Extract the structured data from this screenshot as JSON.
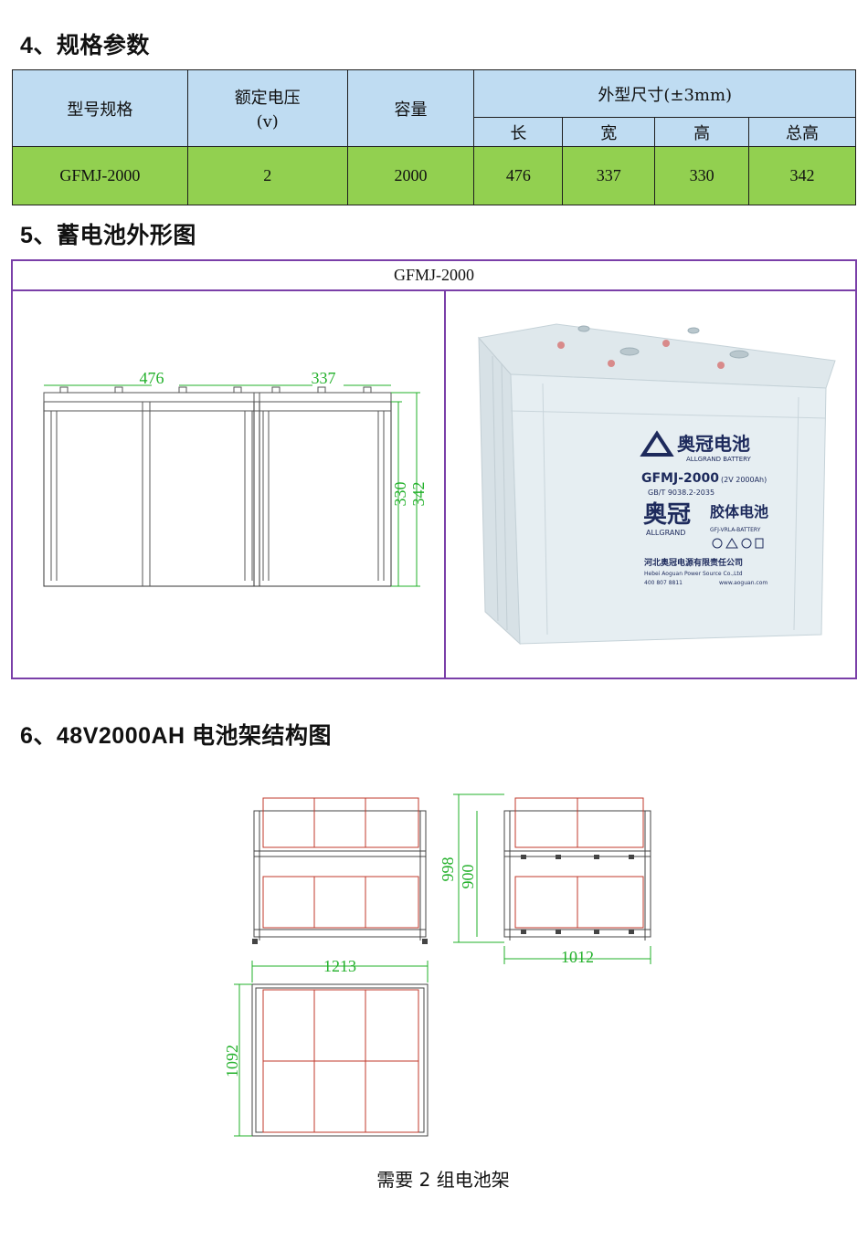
{
  "section4": {
    "heading": "4、规格参数"
  },
  "spec_table": {
    "col_model": "型号规格",
    "col_voltage_line1": "额定电压",
    "col_voltage_line2": "(v)",
    "col_capacity": "容量",
    "col_dimensions": "外型尺寸(±3mm)",
    "col_length": "长",
    "col_width": "宽",
    "col_height": "高",
    "col_total_height": "总高",
    "row": {
      "model": "GFMJ-2000",
      "voltage": "2",
      "capacity": "2000",
      "length": "476",
      "width": "337",
      "height": "330",
      "total_height": "342"
    }
  },
  "section5": {
    "heading": "5、蓄电池外形图",
    "frame_title": "GFMJ-2000"
  },
  "outline_drawing": {
    "dim_length": "476",
    "dim_width": "337",
    "dim_height": "330",
    "dim_total_height": "342"
  },
  "battery_photo": {
    "brand_cn": "奥冠电池",
    "brand_en": "ALLGRAND BATTERY",
    "model": "GFMJ-2000",
    "model_spec": "(2V 2000Ah)",
    "standard": "GB/T 9038.2-2035",
    "logo_cn": "奥冠",
    "logo_en": "ALLGRAND",
    "type_cn": "胶体电池",
    "type_en": "GFJ-VRLA-BATTERY",
    "company_cn": "河北奥冠电源有限责任公司",
    "company_en": "Hebei Aoguan Power Source Co.,Ltd",
    "contact": "400 807 8811",
    "website": "www.aoguan.com",
    "colors": {
      "body": "#e6eef2",
      "top": "#dfe8ec",
      "text": "#1d2a5c"
    }
  },
  "section6": {
    "heading": "6、48V2000AH 电池架结构图",
    "caption": "需要 2 组电池架"
  },
  "rack_drawing": {
    "dim_height_total": "998",
    "dim_height_frame": "900",
    "dim_depth": "1012",
    "dim_width": "1213",
    "dim_plan_depth": "1092"
  },
  "colors": {
    "header_bg": "#bfdcf2",
    "row_bg": "#92d050",
    "frame_border": "#7a3fa8",
    "dimension": "#22b02a",
    "cell_outline": "#c0392b"
  }
}
